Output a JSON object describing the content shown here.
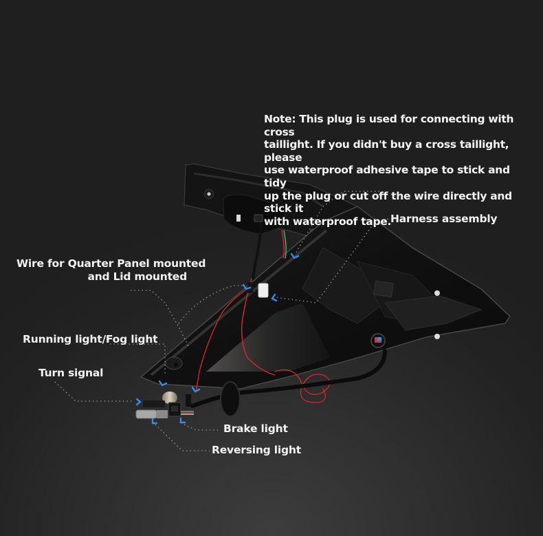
{
  "diagram": {
    "subject": "Taillight wiring harness (rear view)",
    "colors": {
      "background": "#222222",
      "background_glow": "#3d3d3d",
      "text": "#f2f2f2",
      "marker_blue": "#2f8ff0",
      "leader_line": "#9a9a9a",
      "wire_red": "#e0262a",
      "wire_green": "#3bbf7a",
      "housing": "#121212"
    },
    "note": {
      "text": "Note: This plug is used for connecting with cross\ntaillight. If you didn't buy a cross taillight, please\nuse waterproof adhesive tape to stick and tidy\nup the plug or cut off the wire directly and stick it\nwith waterproof tape."
    },
    "callouts": [
      {
        "id": "harness",
        "label": "Harness assembly"
      },
      {
        "id": "wire-quarter",
        "line1": "Wire for Quarter  Panel mounted",
        "line2": "and Lid mounted"
      },
      {
        "id": "running",
        "label": "Running light/Fog light"
      },
      {
        "id": "turn",
        "label": "Turn signal"
      },
      {
        "id": "brake",
        "label": "Brake light"
      },
      {
        "id": "reversing",
        "label": "Reversing light"
      }
    ]
  }
}
